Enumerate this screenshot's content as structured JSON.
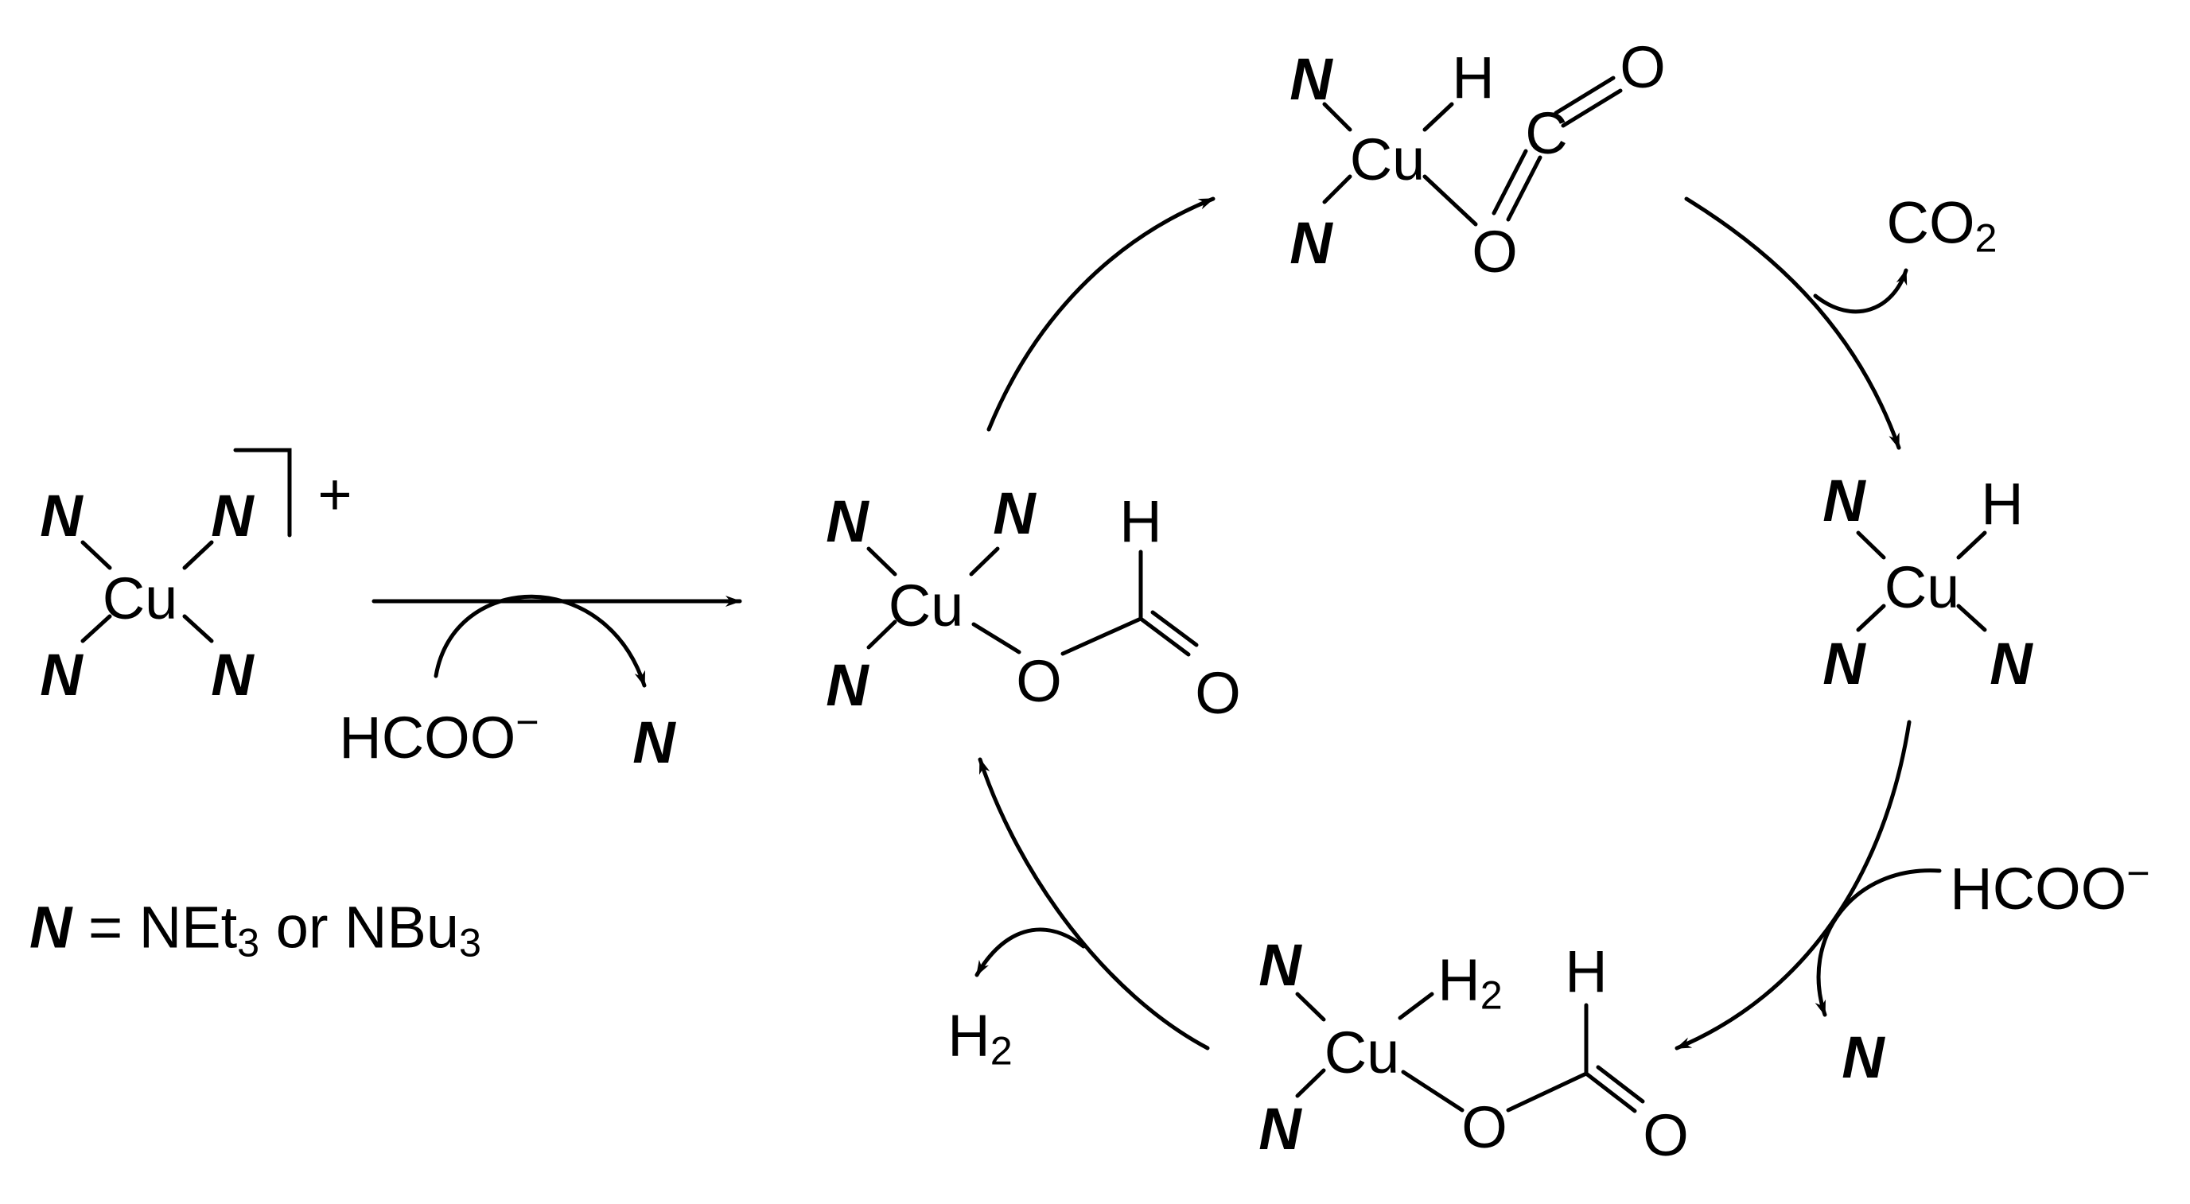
{
  "symbols": {
    "cu": "Cu",
    "n": "N",
    "h": "H",
    "h2_base": "H",
    "sub2": "2",
    "o": "O",
    "c": "C",
    "plus": "+",
    "formate_base": "HCOO",
    "minus": "−",
    "co2_base": "CO",
    "sub3": "3"
  },
  "legend": {
    "n_symbol": "N",
    "equals_text": " = NEt",
    "or_text": " or NBu"
  },
  "colors": {
    "ink": "#000000",
    "background": "#ffffff"
  }
}
